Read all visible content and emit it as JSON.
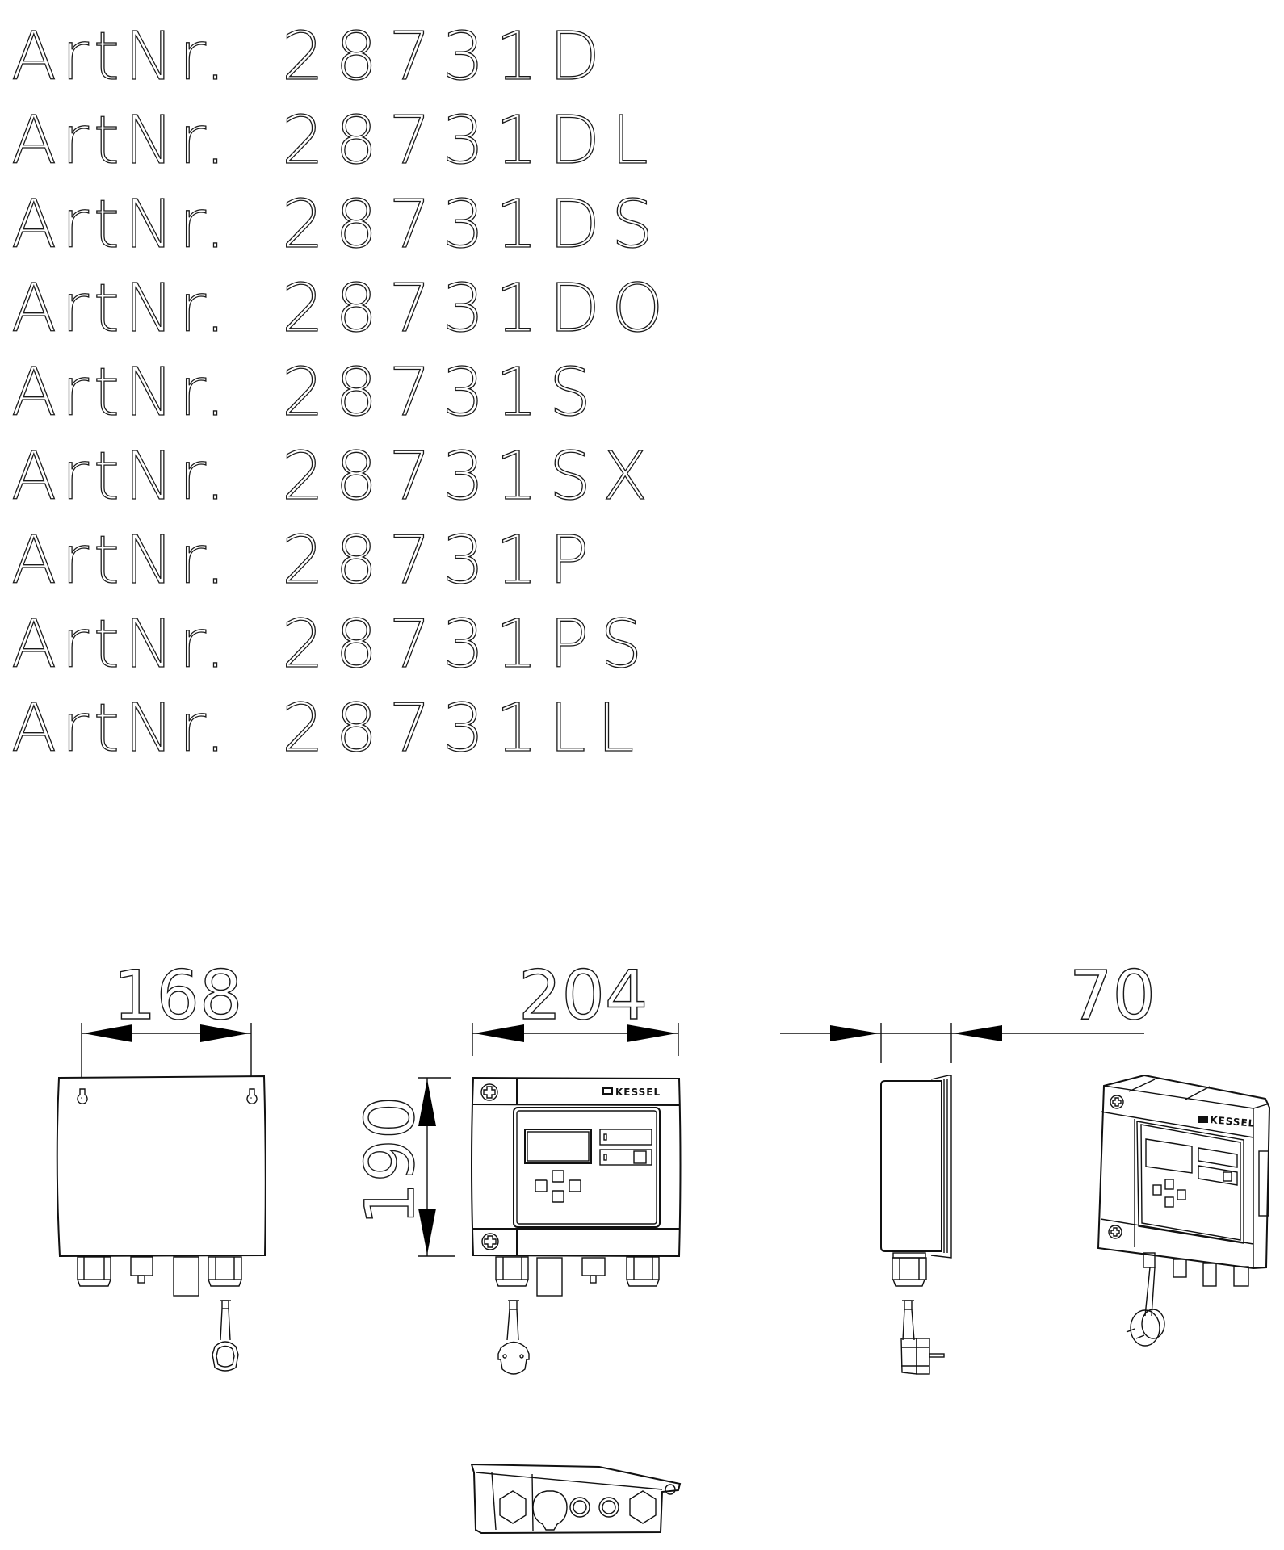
{
  "article_numbers": {
    "prefix": "ArtNr.",
    "items": [
      {
        "label": "ArtNr.",
        "number": "28731D"
      },
      {
        "label": "ArtNr.",
        "number": "28731DL"
      },
      {
        "label": "ArtNr.",
        "number": "28731DS"
      },
      {
        "label": "ArtNr.",
        "number": "28731DO"
      },
      {
        "label": "ArtNr.",
        "number": "28731S"
      },
      {
        "label": "ArtNr.",
        "number": "28731SX"
      },
      {
        "label": "ArtNr.",
        "number": "28731P"
      },
      {
        "label": "ArtNr.",
        "number": "28731PS"
      },
      {
        "label": "ArtNr.",
        "number": "28731LL"
      }
    ]
  },
  "dimensions": {
    "rear_width": "168",
    "front_width": "204",
    "front_height": "190",
    "side_depth": "70"
  },
  "views": {
    "rear": "rear-view",
    "front": "front-view",
    "side": "side-view",
    "isometric": "isometric-view",
    "bottom": "bottom-view"
  },
  "device": {
    "brand": "KESSEL"
  },
  "colors": {
    "line": "#111111",
    "background": "#ffffff"
  }
}
